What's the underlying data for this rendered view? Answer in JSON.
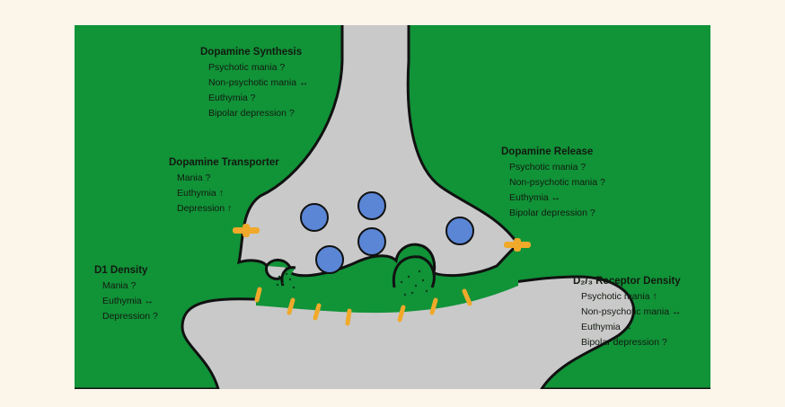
{
  "labels": {
    "synthesis": {
      "heading": "Dopamine Synthesis",
      "lines": [
        "Psychotic mania ?",
        "Non-psychotic mania ↔",
        "Euthymia ?",
        "Bipolar depression ?"
      ]
    },
    "transporter": {
      "heading": "Dopamine Transporter",
      "lines": [
        "Mania ?",
        "Euthymia ↑",
        "Depression ↑"
      ]
    },
    "release": {
      "heading": "Dopamine Release",
      "lines": [
        "Psychotic mania ?",
        "Non-psychotic mania ?",
        "Euthymia ↔",
        "Bipolar depression ?"
      ]
    },
    "d1": {
      "heading": "D1 Density",
      "lines": [
        "Mania ?",
        "Euthymia ↔",
        "Depression ?"
      ]
    },
    "d23": {
      "heading": "D₂/₃ Receptor Density",
      "lines": [
        "Psychotic mania ↑",
        "Non-psychotic mania ↔",
        "Euthymia ↔",
        "Bipolar depression ?"
      ]
    }
  },
  "colors": {
    "background": "#119338",
    "neuron": "#c9c9c9",
    "outline": "#111111",
    "vesicle": "#5b86d6",
    "receptor": "#f0a92a",
    "page": "#fcf5ea"
  }
}
